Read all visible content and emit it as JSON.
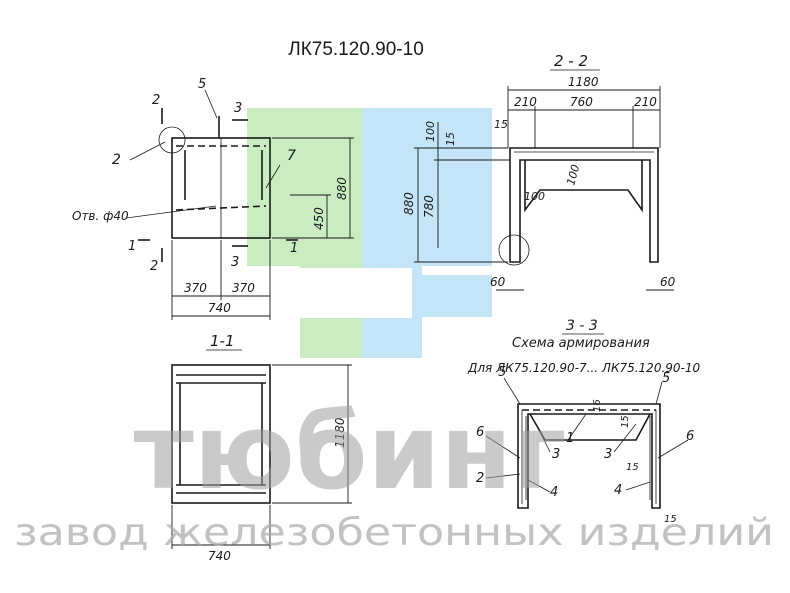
{
  "title": "ЛК75.120.90-10",
  "watermark": {
    "brand": "тюбинг",
    "tagline": "завод железобетонных изделий",
    "colors": {
      "green": "#c9ecc0",
      "blue": "#c3e5f7",
      "gray": "#d6d6d6"
    }
  },
  "views": {
    "section_22": "2 - 2",
    "section_11": "1-1",
    "section_33": "3 - 3",
    "scheme_title": "Схема армирования",
    "scheme_subtitle": "Для ЛК75.120.90-7... ЛК75.120.90-10"
  },
  "front": {
    "dim_370a": "370",
    "dim_370b": "370",
    "dim_740": "740",
    "dim_880": "880",
    "dim_450": "450",
    "hole": "Отв. ф40",
    "mark_2_top": "2",
    "mark_2_bottom": "2",
    "mark_1_left": "1",
    "mark_1_right": "1",
    "mark_3_top": "3",
    "mark_3_bottom": "3",
    "pos_5": "5",
    "pos_2": "2",
    "pos_7": "7"
  },
  "section22": {
    "dim_1180": "1180",
    "dim_210a": "210",
    "dim_760": "760",
    "dim_210b": "210",
    "dim_15a": "15",
    "dim_100a": "100",
    "dim_15b": "15",
    "dim_100b": "100",
    "dim_100c": "100",
    "dim_880": "880",
    "dim_780": "780",
    "dim_60a": "60",
    "dim_60b": "60"
  },
  "section11": {
    "dim_740": "740",
    "dim_1180": "1180"
  },
  "section33": {
    "pos_5a": "5",
    "pos_5b": "5",
    "pos_6a": "6",
    "pos_6b": "6",
    "pos_2": "2",
    "pos_4a": "4",
    "pos_4b": "4",
    "pos_3a": "3",
    "pos_3b": "3",
    "pos_1": "1",
    "dim_16": "16",
    "dim_15a": "15",
    "dim_15b": "15",
    "dim_15c": "15"
  }
}
